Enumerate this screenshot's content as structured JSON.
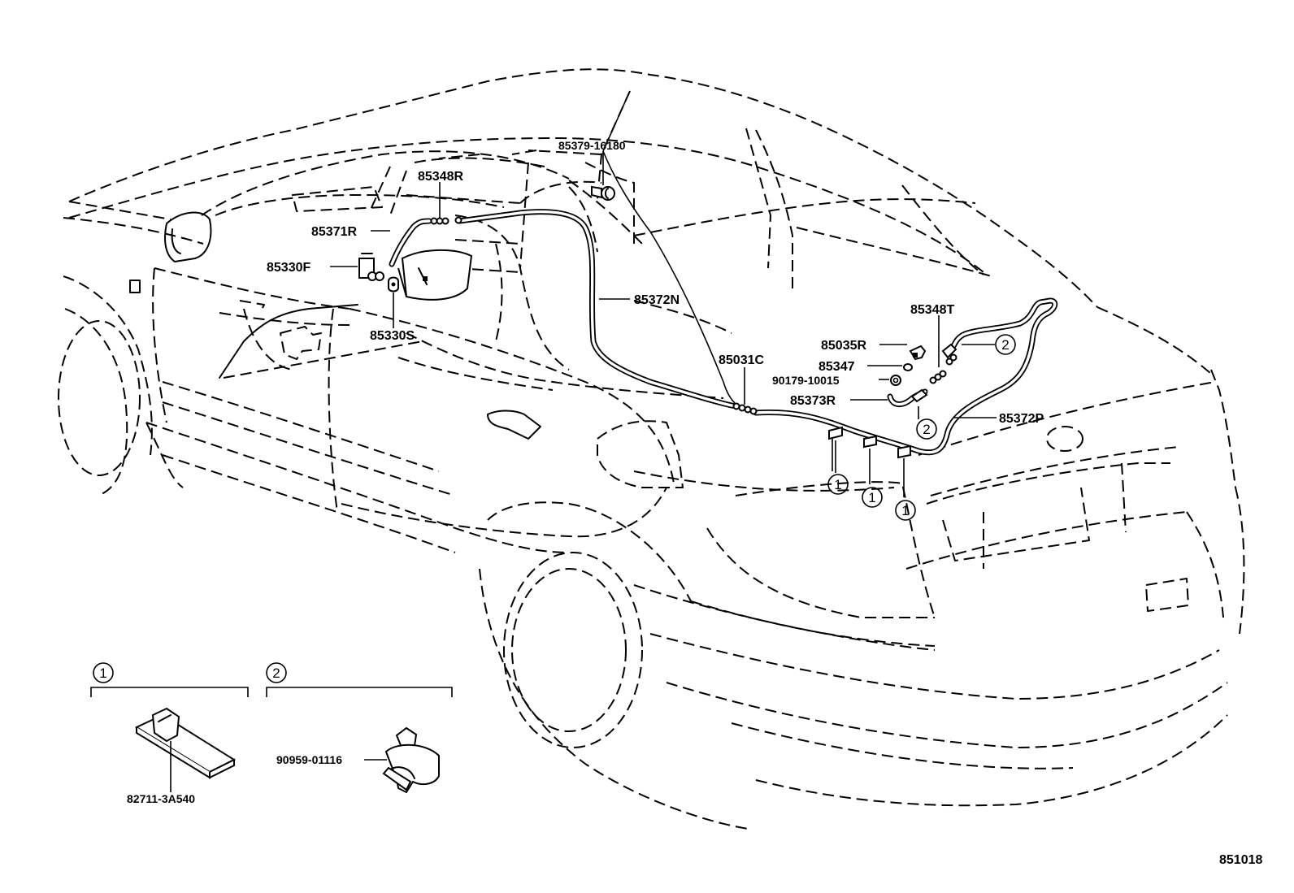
{
  "diagram_id": "851018",
  "part_labels": {
    "p85379_16180": "85379-16180",
    "p85348R": "85348R",
    "p85371R": "85371R",
    "p85330F": "85330F",
    "p85330S": "85330S",
    "p85372N": "85372N",
    "p85031C": "85031C",
    "p85348T": "85348T",
    "p85035R": "85035R",
    "p85347": "85347",
    "p90179_10015": "90179-10015",
    "p85373R": "85373R",
    "p85372P": "85372P",
    "p82711_3A540": "82711-3A540",
    "p90959_01116": "90959-01116"
  },
  "callouts": {
    "one": "1",
    "two": "2"
  },
  "legend": {
    "group1_number": "1",
    "group2_number": "2"
  }
}
